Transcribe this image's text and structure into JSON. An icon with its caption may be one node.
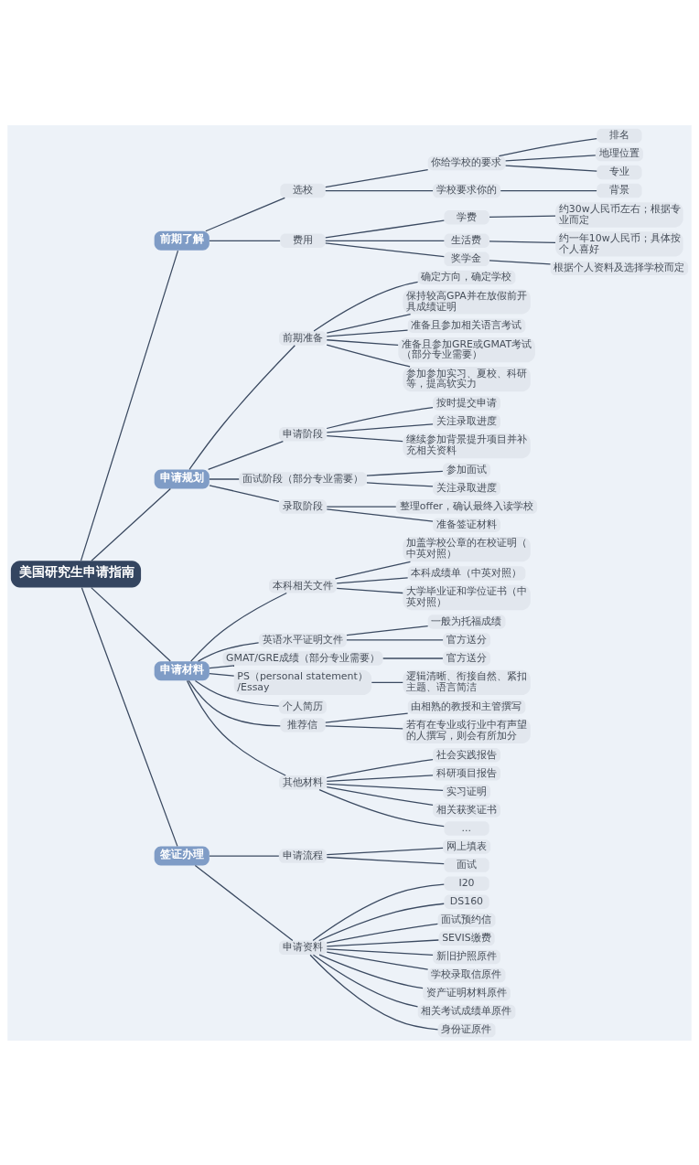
{
  "diagram": {
    "nodes": [
      {
        "text": [
          "美国研究生申请指南"
        ]
      },
      {
        "text": [
          "前期了解"
        ]
      },
      {
        "text": [
          "选校"
        ]
      },
      {
        "text": [
          "你给学校的要求"
        ]
      },
      {
        "text": [
          "排名"
        ]
      },
      {
        "text": [
          "地理位置"
        ]
      },
      {
        "text": [
          "专业"
        ]
      },
      {
        "text": [
          "学校要求你的"
        ]
      },
      {
        "text": [
          "背景"
        ]
      },
      {
        "text": [
          "费用"
        ]
      },
      {
        "text": [
          "学费"
        ]
      },
      {
        "text": [
          "约30w人民币左右；根据专业而定"
        ]
      },
      {
        "text": [
          "生活费"
        ]
      },
      {
        "text": [
          "约一年10w人民币；具体按个人喜好"
        ]
      },
      {
        "text": [
          "奖学金"
        ]
      },
      {
        "text": [
          "根据个人资料及选择学校而定"
        ]
      },
      {
        "text": [
          "申请规划"
        ]
      },
      {
        "text": [
          "前期准备"
        ]
      },
      {
        "text": [
          "确定方向，确定学校"
        ]
      },
      {
        "text": [
          "保持较高GPA并在放假前开具成绩证明"
        ]
      },
      {
        "text": [
          "准备且参加相关语言考试"
        ]
      },
      {
        "text": [
          "准备且参加GRE或GMAT考试（部分专业需要）"
        ]
      },
      {
        "text": [
          "参加参加实习、夏校、科研等，提高软实力"
        ]
      },
      {
        "text": [
          "申请阶段"
        ]
      },
      {
        "text": [
          "按时提交申请"
        ]
      },
      {
        "text": [
          "关注录取进度"
        ]
      },
      {
        "text": [
          "继续参加背景提升项目并补充相关资料"
        ]
      },
      {
        "text": [
          "面试阶段（部分专业需要）"
        ]
      },
      {
        "text": [
          "参加面试"
        ]
      },
      {
        "text": [
          "关注录取进度"
        ]
      },
      {
        "text": [
          "录取阶段"
        ]
      },
      {
        "text": [
          "整理offer，确认最终入读学校"
        ]
      },
      {
        "text": [
          "准备签证材料"
        ]
      },
      {
        "text": [
          "申请材料"
        ]
      },
      {
        "text": [
          "本科相关文件"
        ]
      },
      {
        "text": [
          "加盖学校公章的在校证明（中英对照）"
        ]
      },
      {
        "text": [
          "本科成绩单（中英对照）"
        ]
      },
      {
        "text": [
          "大学毕业证和学位证书（中英对照）"
        ]
      },
      {
        "text": [
          "英语水平证明文件"
        ]
      },
      {
        "text": [
          "一般为托福成绩"
        ]
      },
      {
        "text": [
          "官方送分"
        ]
      },
      {
        "text": [
          "GMAT/GRE成绩（部分专业需要）"
        ]
      },
      {
        "text": [
          "官方送分"
        ]
      },
      {
        "text": [
          "PS（personal statement）/Essay"
        ]
      },
      {
        "text": [
          "逻辑清晰、衔接自然、紧扣主题、语言简洁"
        ]
      },
      {
        "text": [
          "个人简历"
        ]
      },
      {
        "text": [
          "推荐信"
        ]
      },
      {
        "text": [
          "由相熟的教授和主管撰写"
        ]
      },
      {
        "text": [
          "若有在专业或行业中有声望的人撰写，则会有所加分"
        ]
      },
      {
        "text": [
          "其他材料"
        ]
      },
      {
        "text": [
          "社会实践报告"
        ]
      },
      {
        "text": [
          "科研项目报告"
        ]
      },
      {
        "text": [
          "实习证明"
        ]
      },
      {
        "text": [
          "相关获奖证书"
        ]
      },
      {
        "text": [
          "..."
        ]
      },
      {
        "text": [
          "签证办理"
        ]
      },
      {
        "text": [
          "申请流程"
        ]
      },
      {
        "text": [
          "网上填表"
        ]
      },
      {
        "text": [
          "面试"
        ]
      },
      {
        "text": [
          "申请资料"
        ]
      },
      {
        "text": [
          "I20"
        ]
      },
      {
        "text": [
          "DS160"
        ]
      },
      {
        "text": [
          "面试预约信"
        ]
      },
      {
        "text": [
          "SEVIS缴费"
        ]
      },
      {
        "text": [
          "新旧护照原件"
        ]
      },
      {
        "text": [
          "学校录取信原件"
        ]
      },
      {
        "text": [
          "资产证明材料原件"
        ]
      },
      {
        "text": [
          "相关考试成绩单原件"
        ]
      },
      {
        "text": [
          "身份证原件"
        ]
      }
    ],
    "edges": [
      {
        "from": 0,
        "to": 1,
        "arrow": "none"
      },
      {
        "from": 1,
        "to": 2,
        "arrow": "none"
      },
      {
        "from": 2,
        "to": 3,
        "arrow": "none"
      },
      {
        "from": 3,
        "to": 4,
        "arrow": "none"
      },
      {
        "from": 3,
        "to": 5,
        "arrow": "none"
      },
      {
        "from": 3,
        "to": 6,
        "arrow": "none"
      },
      {
        "from": 2,
        "to": 7,
        "arrow": "none"
      },
      {
        "from": 7,
        "to": 8,
        "arrow": "none"
      },
      {
        "from": 1,
        "to": 9,
        "arrow": "none"
      },
      {
        "from": 9,
        "to": 10,
        "arrow": "none"
      },
      {
        "from": 10,
        "to": 11,
        "arrow": "none"
      },
      {
        "from": 9,
        "to": 12,
        "arrow": "none"
      },
      {
        "from": 12,
        "to": 13,
        "arrow": "none"
      },
      {
        "from": 9,
        "to": 14,
        "arrow": "none"
      },
      {
        "from": 14,
        "to": 15,
        "arrow": "none"
      },
      {
        "from": 0,
        "to": 16,
        "arrow": "none"
      },
      {
        "from": 16,
        "to": 17,
        "arrow": "none"
      },
      {
        "from": 17,
        "to": 18,
        "arrow": "none"
      },
      {
        "from": 17,
        "to": 19,
        "arrow": "none"
      },
      {
        "from": 17,
        "to": 20,
        "arrow": "none"
      },
      {
        "from": 17,
        "to": 21,
        "arrow": "none"
      },
      {
        "from": 17,
        "to": 22,
        "arrow": "none"
      },
      {
        "from": 16,
        "to": 23,
        "arrow": "none"
      },
      {
        "from": 23,
        "to": 24,
        "arrow": "none"
      },
      {
        "from": 23,
        "to": 25,
        "arrow": "none"
      },
      {
        "from": 23,
        "to": 26,
        "arrow": "none"
      },
      {
        "from": 16,
        "to": 27,
        "arrow": "none"
      },
      {
        "from": 27,
        "to": 28,
        "arrow": "none"
      },
      {
        "from": 27,
        "to": 29,
        "arrow": "none"
      },
      {
        "from": 16,
        "to": 30,
        "arrow": "none"
      },
      {
        "from": 30,
        "to": 31,
        "arrow": "none"
      },
      {
        "from": 30,
        "to": 32,
        "arrow": "none"
      },
      {
        "from": 0,
        "to": 33,
        "arrow": "none"
      },
      {
        "from": 33,
        "to": 34,
        "arrow": "none"
      },
      {
        "from": 34,
        "to": 35,
        "arrow": "none"
      },
      {
        "from": 34,
        "to": 36,
        "arrow": "none"
      },
      {
        "from": 34,
        "to": 37,
        "arrow": "none"
      },
      {
        "from": 33,
        "to": 38,
        "arrow": "none"
      },
      {
        "from": 38,
        "to": 39,
        "arrow": "none"
      },
      {
        "from": 38,
        "to": 40,
        "arrow": "none"
      },
      {
        "from": 33,
        "to": 41,
        "arrow": "none"
      },
      {
        "from": 41,
        "to": 42,
        "arrow": "none"
      },
      {
        "from": 33,
        "to": 43,
        "arrow": "none"
      },
      {
        "from": 43,
        "to": 44,
        "arrow": "none"
      },
      {
        "from": 33,
        "to": 45,
        "arrow": "none"
      },
      {
        "from": 33,
        "to": 46,
        "arrow": "none"
      },
      {
        "from": 46,
        "to": 47,
        "arrow": "none"
      },
      {
        "from": 46,
        "to": 48,
        "arrow": "none"
      },
      {
        "from": 33,
        "to": 49,
        "arrow": "none"
      },
      {
        "from": 49,
        "to": 50,
        "arrow": "none"
      },
      {
        "from": 49,
        "to": 51,
        "arrow": "none"
      },
      {
        "from": 49,
        "to": 52,
        "arrow": "none"
      },
      {
        "from": 49,
        "to": 53,
        "arrow": "none"
      },
      {
        "from": 49,
        "to": 54,
        "arrow": "none"
      },
      {
        "from": 0,
        "to": 55,
        "arrow": "none"
      },
      {
        "from": 55,
        "to": 56,
        "arrow": "none"
      },
      {
        "from": 56,
        "to": 57,
        "arrow": "none"
      },
      {
        "from": 56,
        "to": 58,
        "arrow": "none"
      },
      {
        "from": 55,
        "to": 59,
        "arrow": "none"
      },
      {
        "from": 59,
        "to": 60,
        "arrow": "none"
      },
      {
        "from": 59,
        "to": 61,
        "arrow": "none"
      },
      {
        "from": 59,
        "to": 62,
        "arrow": "none"
      },
      {
        "from": 59,
        "to": 63,
        "arrow": "none"
      },
      {
        "from": 59,
        "to": 64,
        "arrow": "none"
      },
      {
        "from": 59,
        "to": 65,
        "arrow": "none"
      },
      {
        "from": 59,
        "to": 66,
        "arrow": "none"
      },
      {
        "from": 59,
        "to": 67,
        "arrow": "none"
      },
      {
        "from": 59,
        "to": 68,
        "arrow": "none"
      }
    ]
  }
}
